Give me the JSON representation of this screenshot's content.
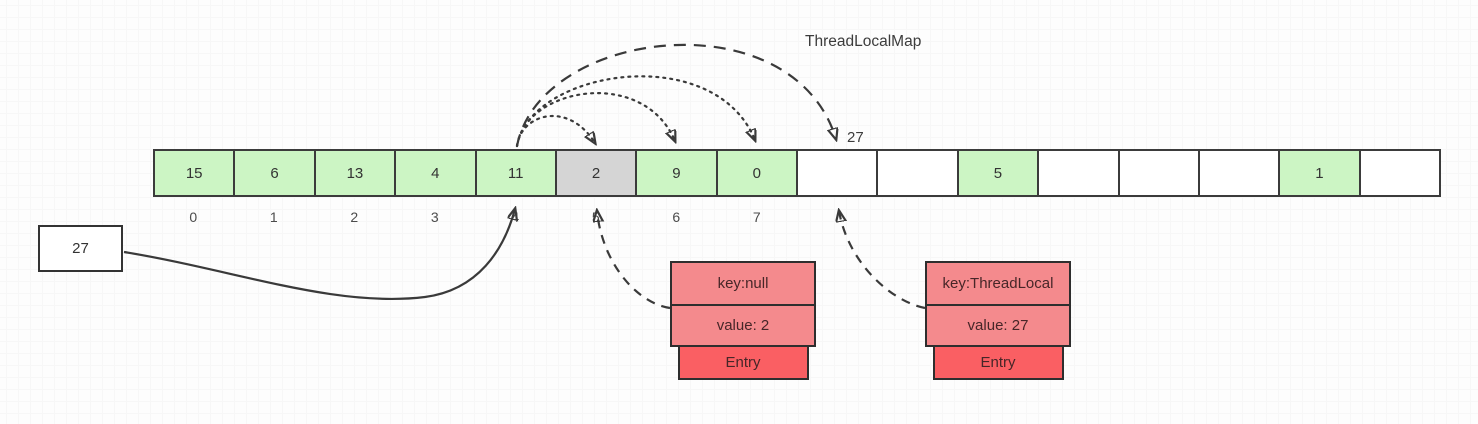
{
  "title": "ThreadLocalMap",
  "hash_arrow_label": "27",
  "probe_box": {
    "value": "27"
  },
  "colors": {
    "cell_green": "#ccf5c4",
    "cell_gray": "#d5d5d5",
    "cell_white": "#ffffff",
    "entry_pink": "#f48a8d",
    "entry_red": "#fa5f63",
    "line": "#3a3a3a"
  },
  "array": {
    "cells": [
      {
        "value": "15",
        "state": "green"
      },
      {
        "value": "6",
        "state": "green"
      },
      {
        "value": "13",
        "state": "green"
      },
      {
        "value": "4",
        "state": "green"
      },
      {
        "value": "11",
        "state": "green"
      },
      {
        "value": "2",
        "state": "gray"
      },
      {
        "value": "9",
        "state": "green"
      },
      {
        "value": "0",
        "state": "green"
      },
      {
        "value": "",
        "state": "white"
      },
      {
        "value": "",
        "state": "white"
      },
      {
        "value": "5",
        "state": "green"
      },
      {
        "value": "",
        "state": "white"
      },
      {
        "value": "",
        "state": "white"
      },
      {
        "value": "",
        "state": "white"
      },
      {
        "value": "1",
        "state": "green"
      },
      {
        "value": "",
        "state": "white"
      }
    ],
    "index_labels": [
      "0",
      "1",
      "2",
      "3",
      "4",
      "5",
      "6",
      "7"
    ]
  },
  "entries": [
    {
      "key": "key:null",
      "value": "value: 2",
      "label": "Entry"
    },
    {
      "key": "key:ThreadLocal",
      "value": "value: 27",
      "label": "Entry"
    }
  ]
}
